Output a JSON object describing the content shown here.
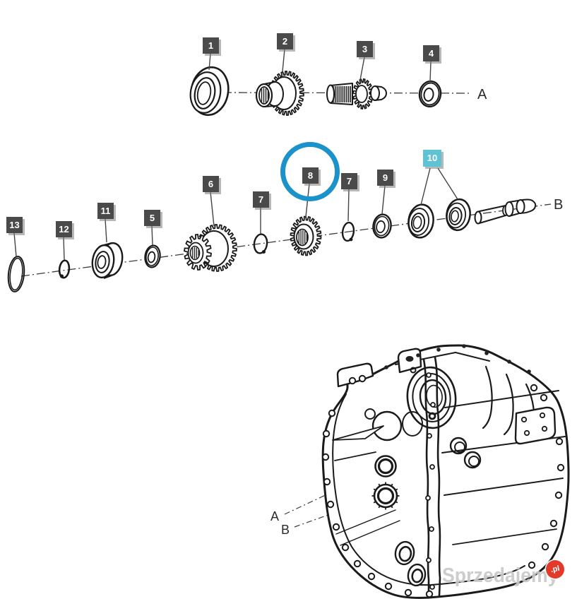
{
  "diagram": {
    "type": "gearbox-exploded-parts-diagram",
    "callouts": {
      "c1": "1",
      "c2": "2",
      "c3": "3",
      "c4": "4",
      "c5": "5",
      "c6": "6",
      "c7a": "7",
      "c7b": "7",
      "c8": "8",
      "c9": "9",
      "c10": "10",
      "c11": "11",
      "c12": "12",
      "c13": "13"
    },
    "shaft_labels": {
      "top": "A",
      "middle": "B"
    },
    "case_labels": {
      "a": "A",
      "b": "B"
    },
    "highlight": {
      "circled_callout": "8",
      "tinted_callout": "10"
    }
  },
  "colors": {
    "line_art": "#1a1a1a",
    "callout_bg": "#4a4a4a",
    "callout_text": "#ffffff",
    "callout_highlight_bg": "#5fc3d4",
    "highlight_ring": "#1b92c9",
    "watermark_text": "#c9c9c9",
    "watermark_badge_bg": "#e2392b",
    "watermark_badge_text": "#ffffff"
  },
  "watermark": {
    "text": "Sprzedajemy",
    "badge": ".pl"
  }
}
